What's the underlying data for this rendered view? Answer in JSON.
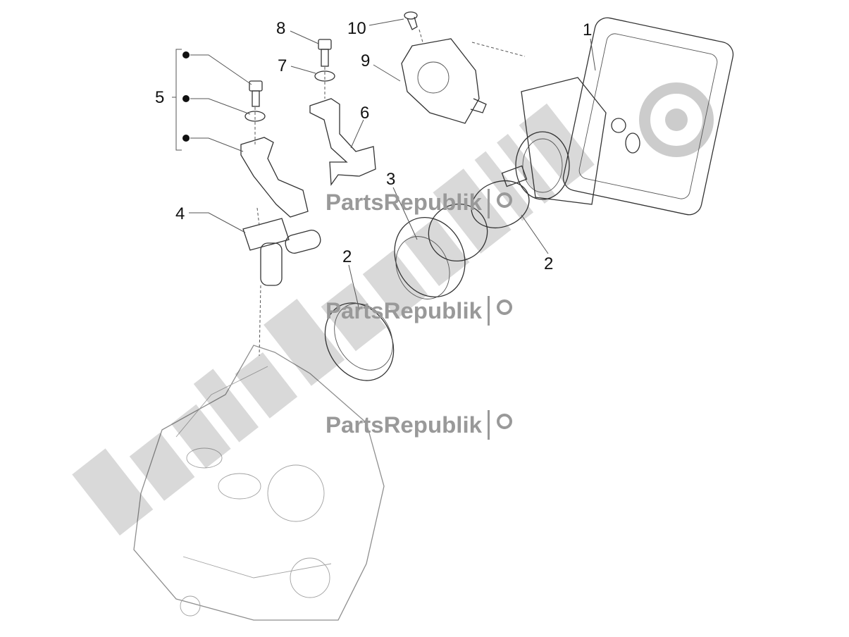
{
  "diagram": {
    "callouts": [
      {
        "id": "1",
        "label": "1"
      },
      {
        "id": "2a",
        "label": "2"
      },
      {
        "id": "2b",
        "label": "2"
      },
      {
        "id": "3",
        "label": "3"
      },
      {
        "id": "4",
        "label": "4"
      },
      {
        "id": "5",
        "label": "5"
      },
      {
        "id": "6",
        "label": "6"
      },
      {
        "id": "7",
        "label": "7"
      },
      {
        "id": "8",
        "label": "8"
      },
      {
        "id": "9",
        "label": "9"
      },
      {
        "id": "10",
        "label": "10"
      }
    ],
    "watermark": {
      "text": "PartsRepublik",
      "color": "#999999"
    }
  }
}
